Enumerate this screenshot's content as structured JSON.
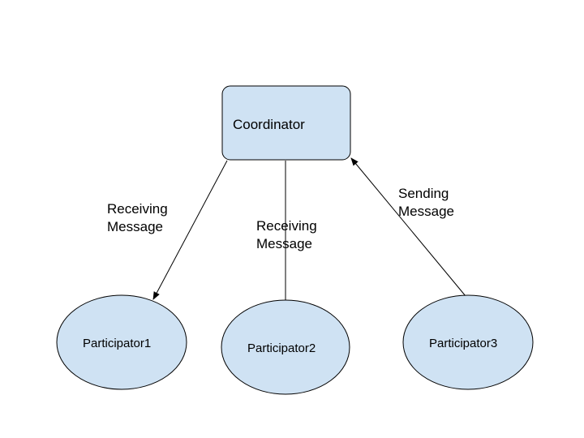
{
  "colors": {
    "node_fill": "#cfe2f3",
    "node_stroke": "#000000",
    "edge": "#000000"
  },
  "nodes": {
    "coordinator": {
      "label": "Coordinator"
    },
    "participator1": {
      "label": "Participator1"
    },
    "participator2": {
      "label": "Participator2"
    },
    "participator3": {
      "label": "Participator3"
    }
  },
  "edges": {
    "to_participator1": {
      "line1": "Receiving",
      "line2": "Message"
    },
    "to_participator2": {
      "line1": "Receiving",
      "line2": "Message"
    },
    "from_participator3": {
      "line1": "Sending",
      "line2": "Message"
    }
  }
}
